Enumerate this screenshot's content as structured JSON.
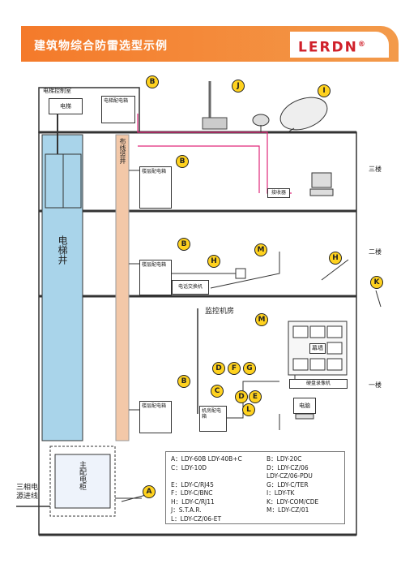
{
  "header": {
    "title": "建筑物综合防雷选型示例",
    "brand": "LERDN",
    "brand_mark": "®"
  },
  "rooms": {
    "elevator_control_room": "电梯控制室",
    "elevator": "电梯",
    "elevator_panel": "电梯配电箱",
    "elevator_shaft": "电梯井",
    "riser": "布线竖井",
    "monitor_room": "监控机房",
    "main_cabinet": "主配电柜",
    "power_in": "三相电源进线"
  },
  "floors": {
    "f3": "三楼",
    "f2": "二楼",
    "f1": "一楼"
  },
  "devices": {
    "floor_panel": "楼层配电箱",
    "room_panel": "机房配电箱",
    "receiver": "接收器",
    "pbx": "电话交换机",
    "video_wall": "幕墙",
    "dvr": "硬盘录像机",
    "pc": "电脑"
  },
  "markers": [
    "A",
    "B",
    "C",
    "D",
    "E",
    "F",
    "G",
    "H",
    "I",
    "J",
    "K",
    "L",
    "M"
  ],
  "legend": [
    [
      "A：LDY-60B  LDY-40B+C",
      "B：LDY-20C"
    ],
    [
      "C：LDY-10D",
      "D：LDY-CZ/06"
    ],
    [
      "",
      "LDY-CZ/06-PDU"
    ],
    [
      "E：LDY-C/RJ45",
      "G：LDY-C/TER"
    ],
    [
      "F：LDY-C/BNC",
      "I：LDY-TK"
    ],
    [
      "H：LDY-C/RJ11",
      "K：LDY-COM/CDE"
    ],
    [
      "J：S.T.A.R.",
      "M：LDY-CZ/01"
    ],
    [
      "L：LDY-CZ/06-ET",
      ""
    ]
  ],
  "colors": {
    "banner": "#f47a2a",
    "shaft": "#a9d4ea",
    "riser": "#f3c8a8",
    "marker": "#ffd21f",
    "signal_line": "#e0287a"
  }
}
